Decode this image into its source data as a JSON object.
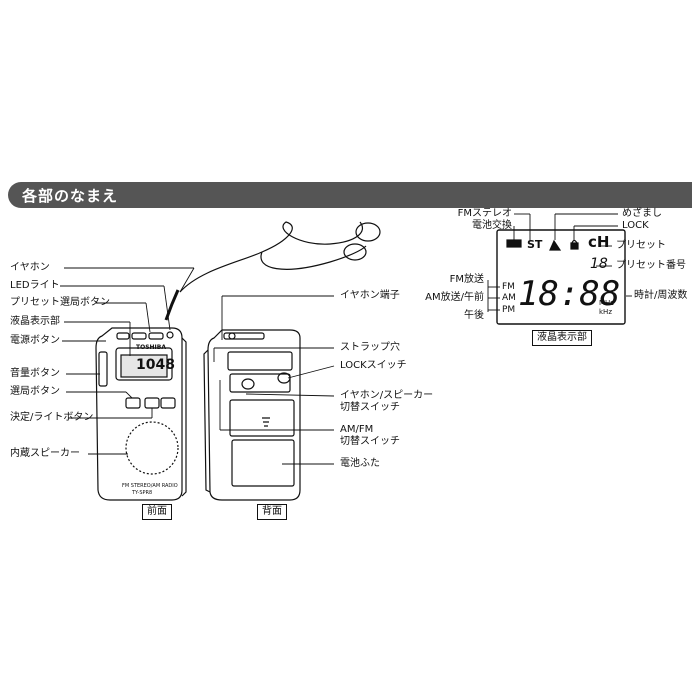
{
  "section_title": "各部のなまえ",
  "radio": {
    "brand": "TOSHIBA",
    "display": "1048",
    "model_line1": "FM STEREO/AM RADIO",
    "model_line2": "TY-SPR8"
  },
  "front_labels": {
    "earphone": "イヤホン",
    "led_light": "LEDライト",
    "preset_select": "プリセット選局ボタン",
    "lcd": "液晶表示部",
    "power": "電源ボタン",
    "volume": "音量ボタン",
    "tuning": "選局ボタン",
    "enter_light": "決定/ライトボタン",
    "speaker": "内蔵スピーカー"
  },
  "back_labels": {
    "jack": "イヤホン端子",
    "strap": "ストラップ穴",
    "lock": "LOCKスイッチ",
    "output_switch": "イヤホン/スピーカー\n切替スイッチ",
    "band_switch": "AM/FM\n切替スイッチ",
    "battery_cover": "電池ふた"
  },
  "captions": {
    "front": "前面",
    "back": "背面",
    "lcd": "液晶表示部"
  },
  "lcd_panel": {
    "digits": "18:88",
    "preset_number": "18",
    "channel": "cH",
    "st": "ST",
    "fm": "FM",
    "am": "AM",
    "pm": "PM",
    "mhz": "MHz",
    "khz": "kHz",
    "labels": {
      "fm_stereo": "FMステレオ",
      "battery": "電池交換",
      "alarm": "めざまし",
      "lock": "LOCK",
      "preset": "プリセット",
      "preset_number": "プリセット番号",
      "fm_broadcast": "FM放送",
      "am_morning": "AM放送/午前",
      "afternoon": "午後",
      "clock_freq": "時計/周波数"
    }
  }
}
